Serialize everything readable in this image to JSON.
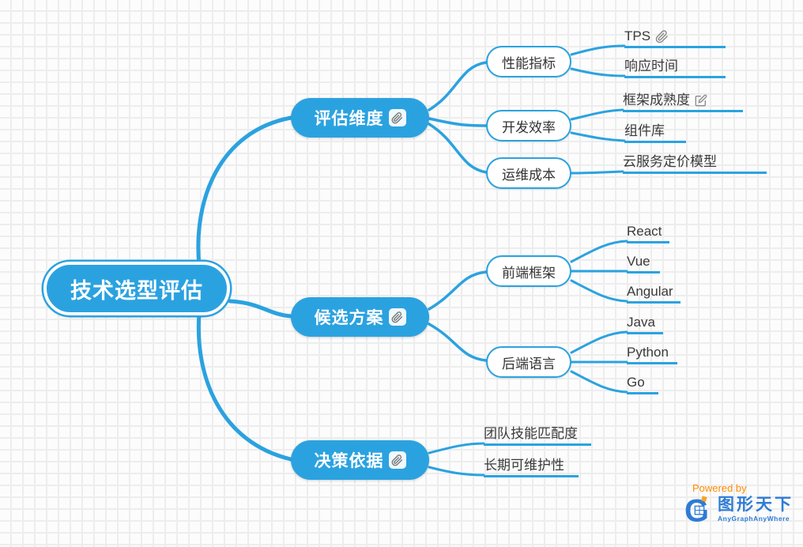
{
  "root": {
    "label": "技术选型评估"
  },
  "branches": [
    {
      "label": "评估维度",
      "icon": "paperclip-icon",
      "children": [
        {
          "label": "性能指标",
          "children": [
            {
              "label": "TPS",
              "icon": "paperclip-icon"
            },
            {
              "label": "响应时间"
            }
          ]
        },
        {
          "label": "开发效率",
          "children": [
            {
              "label": "框架成熟度",
              "icon": "note-icon"
            },
            {
              "label": "组件库"
            }
          ]
        },
        {
          "label": "运维成本",
          "children": [
            {
              "label": "云服务定价模型"
            }
          ]
        }
      ]
    },
    {
      "label": "候选方案",
      "icon": "paperclip-icon",
      "children": [
        {
          "label": "前端框架",
          "children": [
            {
              "label": "React"
            },
            {
              "label": "Vue"
            },
            {
              "label": "Angular"
            }
          ]
        },
        {
          "label": "后端语言",
          "children": [
            {
              "label": "Java"
            },
            {
              "label": "Python"
            },
            {
              "label": "Go"
            }
          ]
        }
      ]
    },
    {
      "label": "决策依据",
      "icon": "paperclip-icon",
      "children": [
        {
          "label": "团队技能匹配度"
        },
        {
          "label": "长期可维护性"
        }
      ]
    }
  ],
  "watermark": {
    "powered_by": "Powered by",
    "brand": "图形天下",
    "subbrand": "AnyGraphAnyWhere"
  },
  "colors": {
    "primary_blue": "#2BA2E0",
    "node_text": "#333333",
    "watermark_orange": "#FF8A00",
    "watermark_blue": "#2E7CD5",
    "icon_gray": "#8a8a8a"
  }
}
